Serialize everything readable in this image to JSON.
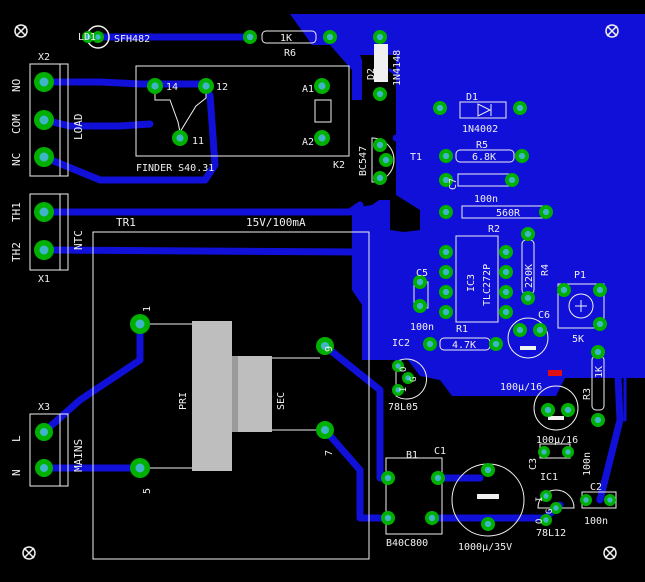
{
  "colors": {
    "background": "#000000",
    "copper": "#1010d8",
    "pad_ring": "#00b000",
    "hole": "#3fb6c8",
    "silkscreen": "#f0f0f0",
    "component_body": "#bebebe",
    "highlight": "#e01010"
  },
  "connectors": {
    "x2": {
      "ref": "X2",
      "pins": [
        "NO",
        "COM",
        "NC"
      ],
      "function": "LOAD"
    },
    "x1": {
      "ref": "X1",
      "pins": [
        "TH1",
        "TH2"
      ],
      "function": "NTC"
    },
    "x3": {
      "ref": "X3",
      "pins": [
        "L",
        "N"
      ],
      "function": "MAINS"
    }
  },
  "relay": {
    "name": "FINDER S40.31",
    "pins": [
      "14",
      "12",
      "11"
    ],
    "ref": "K2",
    "coil_pins": [
      "A1",
      "A2"
    ]
  },
  "transformer": {
    "ref": "TR1",
    "rating": "15V/100mA",
    "primary": "PRI",
    "secondary": "SEC",
    "pins": [
      "1",
      "5",
      "9",
      "7"
    ]
  },
  "led": {
    "ref": "LD1",
    "part": "SFH482"
  },
  "resistors": {
    "r6": {
      "ref": "R6",
      "value": "1K"
    },
    "r5": {
      "ref": "R5",
      "value": "6.8K"
    },
    "r2": {
      "ref": "R2",
      "value": "560R"
    },
    "r4": {
      "ref": "R4",
      "value": "220K"
    },
    "r1": {
      "ref": "R1",
      "value": "4.7K"
    },
    "r3": {
      "ref": "R3",
      "value": "1K"
    }
  },
  "diodes": {
    "d1": {
      "ref": "D1",
      "part": "1N4002"
    },
    "d2": {
      "ref": "D2",
      "part": "1N4148"
    }
  },
  "transistor": {
    "ref": "T1",
    "part": "BC547"
  },
  "capacitors": {
    "c7": {
      "ref": "C7",
      "value": "100n"
    },
    "c5": {
      "ref": "C5",
      "value": "100n"
    },
    "c6": {
      "ref": "C6",
      "value": "100µ/16"
    },
    "c4": {
      "value": "100µ/16"
    },
    "c3": {
      "ref": "C3",
      "value": "100n"
    },
    "c2": {
      "ref": "C2",
      "value": "100n"
    },
    "c1": {
      "ref": "C1",
      "value": "1000µ/35V"
    }
  },
  "ics": {
    "ic3": {
      "ref": "IC3",
      "part": "TLC272P"
    },
    "ic2": {
      "ref": "IC2",
      "part": "78L05"
    },
    "ic1": {
      "ref": "IC1",
      "part": "78L12"
    }
  },
  "pot": {
    "ref": "P1",
    "value": "5K"
  },
  "bridge": {
    "ref": "B1",
    "part": "B40C800"
  },
  "regulator_pins": {
    "ic2": [
      "O",
      "G",
      "I"
    ],
    "ic1": [
      "I",
      "G",
      "O"
    ]
  }
}
